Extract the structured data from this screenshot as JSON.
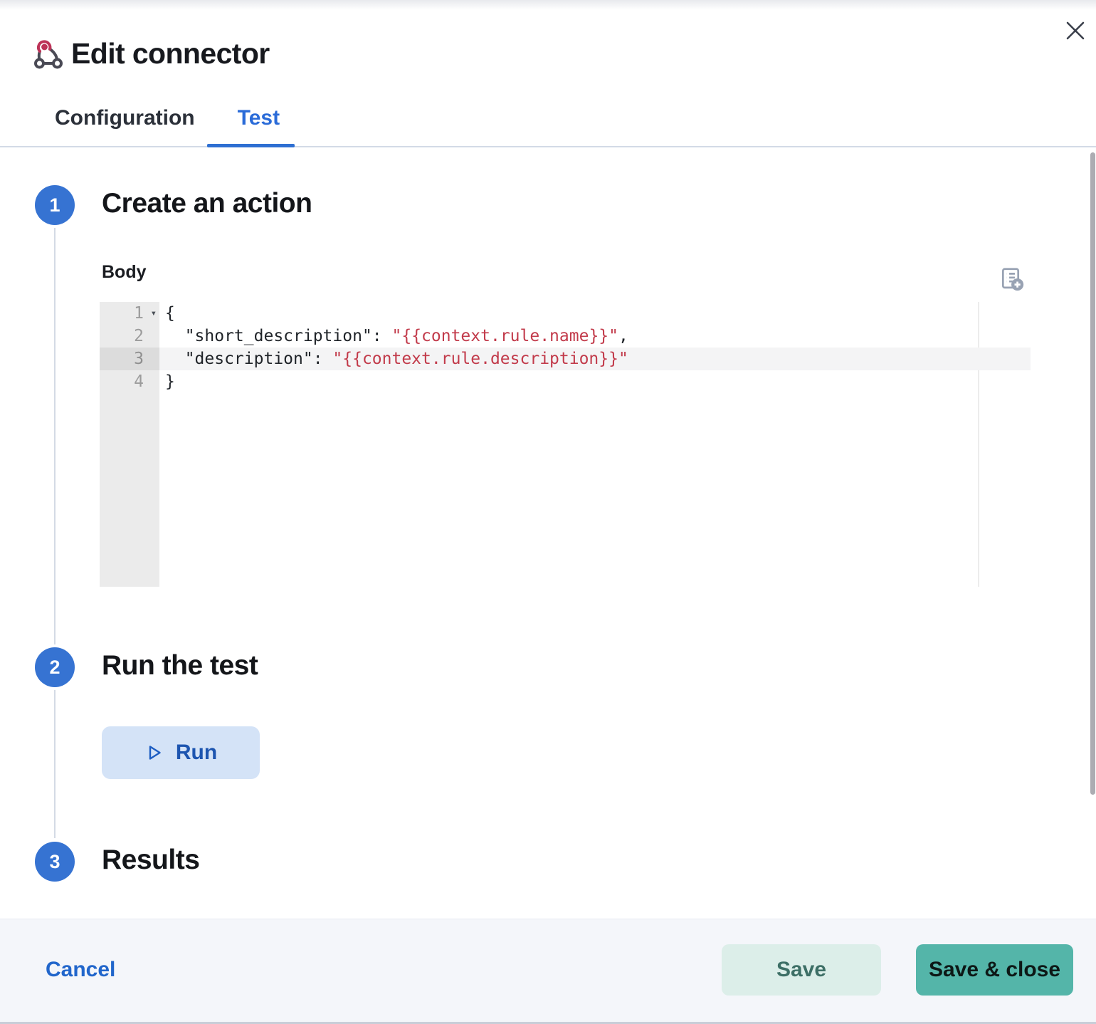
{
  "header": {
    "title": "Edit connector",
    "icon": "webhook"
  },
  "tabs": {
    "configuration": "Configuration",
    "test": "Test",
    "active": "Test"
  },
  "steps": {
    "one": {
      "num": "1",
      "title": "Create an action"
    },
    "two": {
      "num": "2",
      "title": "Run the test"
    },
    "three": {
      "num": "3",
      "title": "Results"
    }
  },
  "editor": {
    "label": "Body",
    "fold_marker": "▾",
    "line1": {
      "num": "1",
      "code": "{"
    },
    "line2": {
      "num": "2",
      "pre": "  \"short_description\": ",
      "str": "\"{{context.rule.name}}\"",
      "post": ","
    },
    "line3": {
      "num": "3",
      "pre": "  \"description\": ",
      "str": "\"{{context.rule.description}}\"",
      "post": ""
    },
    "line4": {
      "num": "4",
      "code": "}"
    }
  },
  "run": {
    "label": "Run"
  },
  "footer": {
    "cancel": "Cancel",
    "save": "Save",
    "save_close": "Save & close"
  },
  "colors": {
    "step_badge": "#3673d2",
    "tab_active": "#2a6bd8",
    "code_string": "#c23b4b",
    "run_bg": "#d4e3f7",
    "save_bg": "#dceee9",
    "save_close_bg": "#54b5a9",
    "divider": "#d3dae6"
  }
}
